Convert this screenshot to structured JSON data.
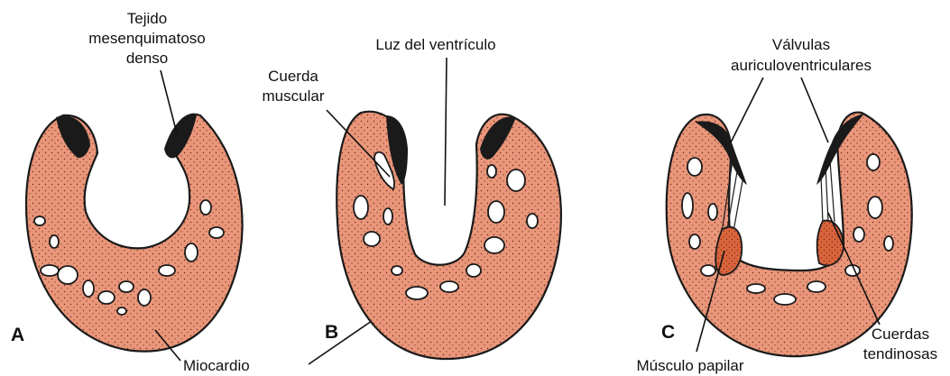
{
  "panels": {
    "a": {
      "letter": "A"
    },
    "b": {
      "letter": "B"
    },
    "c": {
      "letter": "C"
    }
  },
  "labels": {
    "tejido_line1": "Tejido",
    "tejido_line2": "mesenquimatoso",
    "tejido_line3": "denso",
    "miocardio": "Miocardio",
    "luz": "Luz del ventrículo",
    "cuerda_line1": "Cuerda",
    "cuerda_line2": "muscular",
    "valvulas_line1": "Válvulas",
    "valvulas_line2": "auriculoventriculares",
    "cuerdas_line1": "Cuerdas",
    "cuerdas_line2": "tendinosas",
    "musculo_papilar": "Músculo papilar"
  },
  "colors": {
    "myocardium": "#e9967a",
    "cushion": "#1a1a1a",
    "papillary": "#d9643c",
    "outline": "#1a1a1a"
  }
}
